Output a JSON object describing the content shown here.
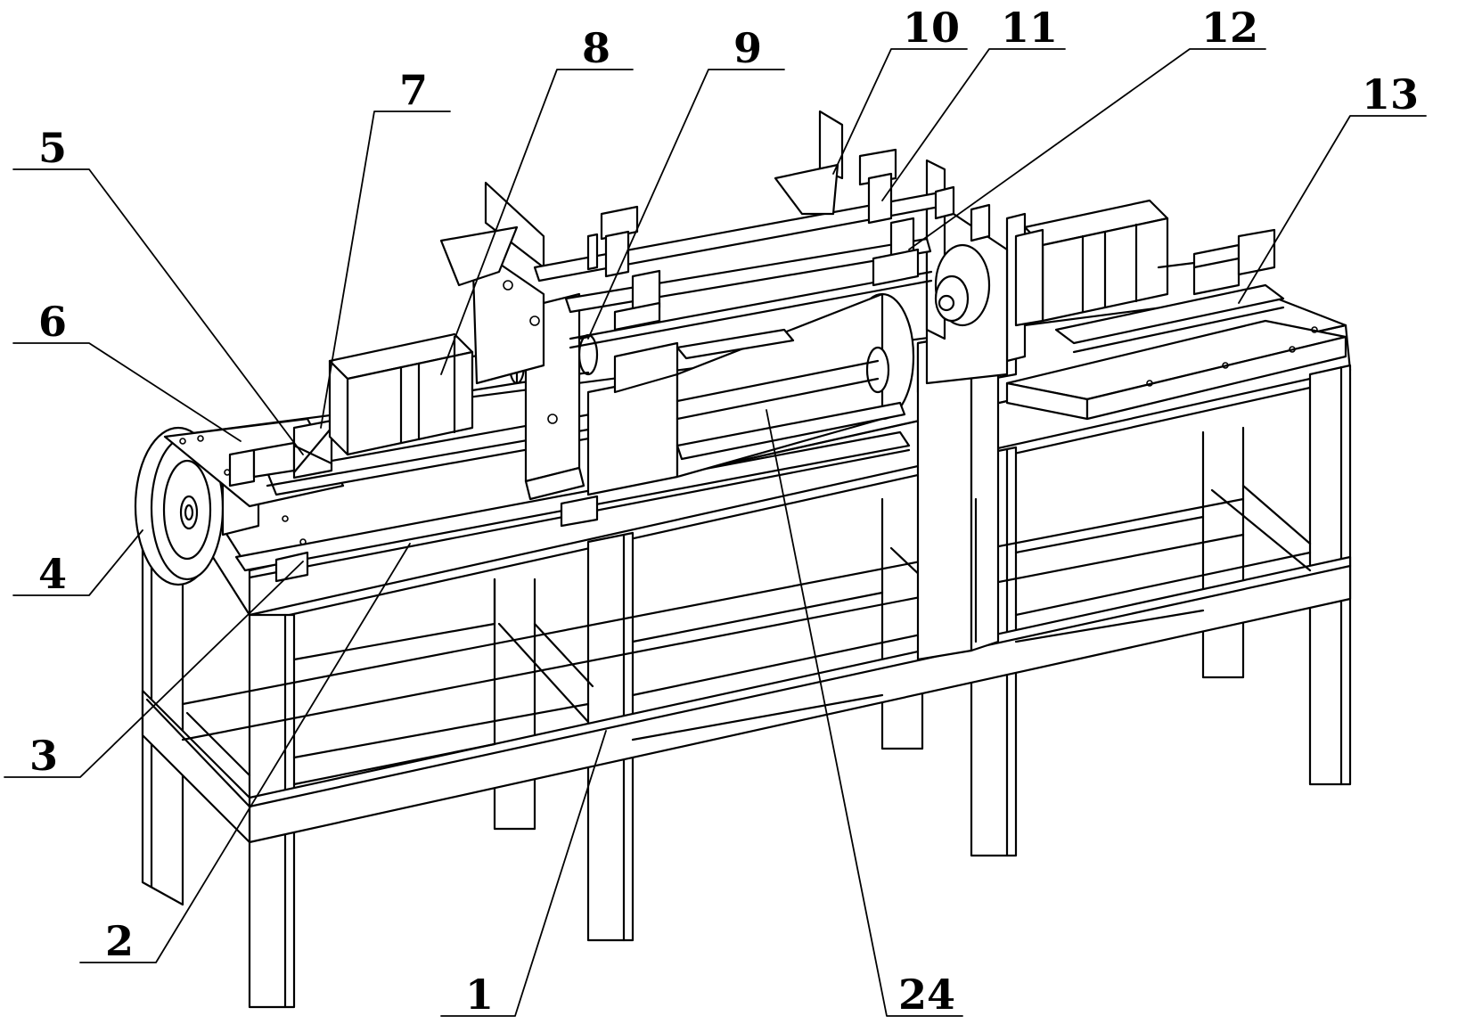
{
  "labels": [
    {
      "id": "1",
      "text": "1"
    },
    {
      "id": "2",
      "text": "2"
    },
    {
      "id": "3",
      "text": "3"
    },
    {
      "id": "4",
      "text": "4"
    },
    {
      "id": "5",
      "text": "5"
    },
    {
      "id": "6",
      "text": "6"
    },
    {
      "id": "7",
      "text": "7"
    },
    {
      "id": "8",
      "text": "8"
    },
    {
      "id": "9",
      "text": "9"
    },
    {
      "id": "10",
      "text": "10"
    },
    {
      "id": "11",
      "text": "11"
    },
    {
      "id": "12",
      "text": "12"
    },
    {
      "id": "13",
      "text": "13"
    },
    {
      "id": "24",
      "text": "24"
    }
  ],
  "colors": {
    "line": "#000000",
    "background": "#ffffff"
  }
}
